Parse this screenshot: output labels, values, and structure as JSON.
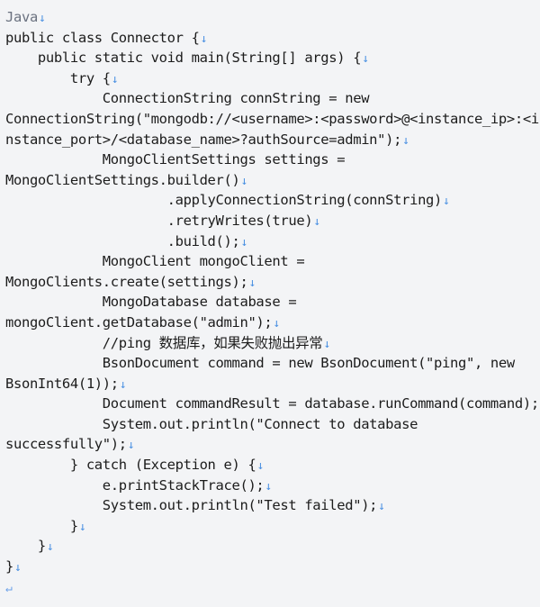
{
  "code": {
    "language": "Java",
    "lines": [
      "public class Connector {",
      "    public static void main(String[] args) {",
      "        try {",
      "            ConnectionString connString = new",
      "ConnectionString(\"mongodb://<username>:<password>@<instance_ip>:<i",
      "nstance_port>/<database_name>?authSource=admin\");",
      "            MongoClientSettings settings =",
      "MongoClientSettings.builder()",
      "                    .applyConnectionString(connString)",
      "                    .retryWrites(true)",
      "                    .build();",
      "            MongoClient mongoClient =",
      "MongoClients.create(settings);",
      "            MongoDatabase database =",
      "mongoClient.getDatabase(\"admin\");",
      "            //ping 数据库，如果失败抛出异常",
      "            BsonDocument command = new BsonDocument(\"ping\", new",
      "BsonInt64(1));",
      "            Document commandResult = database.runCommand(command);",
      "            System.out.println(\"Connect to database",
      "successfully\");",
      "        } catch (Exception e) {",
      "            e.printStackTrace();",
      "            System.out.println(\"Test failed\");",
      "        }",
      "    }",
      "}"
    ],
    "soft_wrapped_lines": [
      3,
      6,
      11,
      13,
      16,
      19
    ],
    "line_end_mark": "↓",
    "paragraph_end_mark": "↵"
  }
}
